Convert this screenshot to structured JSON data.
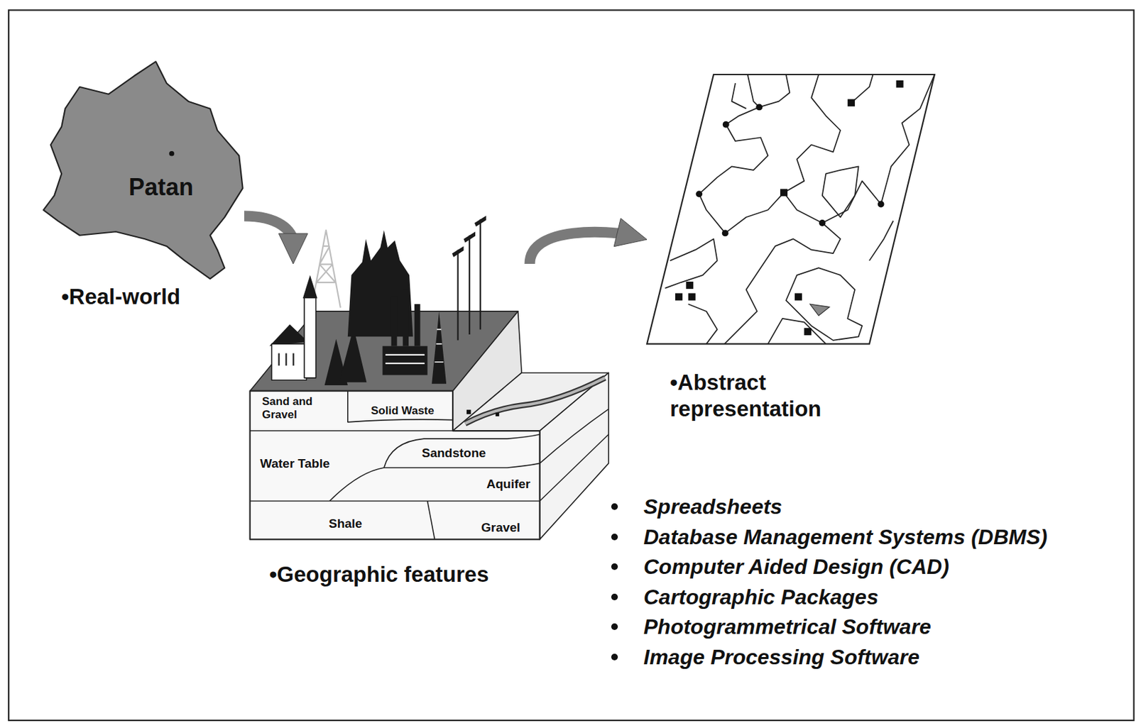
{
  "diagram": {
    "nodes": [
      {
        "text": [
          "Patan",
          "•Real-world"
        ]
      },
      {
        "text": [
          "•Geographic features"
        ]
      },
      {
        "text": [
          "Sand and Gravel"
        ],
        "in": 1
      },
      {
        "text": [
          "Solid Waste"
        ],
        "in": 1
      },
      {
        "text": [
          "Water Table"
        ],
        "in": 1
      },
      {
        "text": [
          "Sandstone"
        ],
        "in": 1
      },
      {
        "text": [
          "Aquifer"
        ],
        "in": 1
      },
      {
        "text": [
          "Shale"
        ],
        "in": 1
      },
      {
        "text": [
          "Gravel"
        ],
        "in": 1
      },
      {
        "text": [
          "•Abstract representation"
        ]
      }
    ],
    "edges": [
      {
        "from": 0,
        "to": 1,
        "arrow": "to"
      },
      {
        "from": 1,
        "to": 9,
        "arrow": "to"
      }
    ],
    "labels": [
      "Spreadsheets",
      "Database Management Systems (DBMS)",
      "Computer Aided Design (CAD)",
      "Cartographic Packages",
      "Photogrammetrical Software",
      "Image Processing Software"
    ]
  }
}
